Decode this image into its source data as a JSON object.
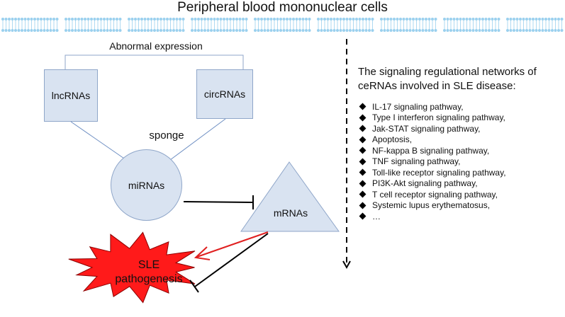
{
  "title": "Peripheral blood mononuclear cells",
  "bracket_label": "Abnormal expression",
  "nodes": {
    "lncrna": "lncRNAs",
    "circrna": "circRNAs",
    "sponge": "sponge",
    "mirna": "miRNAs",
    "mrna": "mRNAs",
    "sle_line1": "SLE",
    "sle_line2": "pathogenesis"
  },
  "panel": {
    "heading_line1": "The signaling regulational networks of",
    "heading_line2": "ceRNAs involved in SLE disease:",
    "pathways": [
      "IL-17 signaling pathway,",
      "Type I interferon signaling pathway,",
      "Jak-STAT signaling pathway,",
      "Apoptosis,",
      "NF-kappa B signaling pathway,",
      "TNF signaling pathway,",
      "Toll-like receptor signaling pathway,",
      "PI3K-Akt signaling pathway,",
      "T cell receptor signaling pathway,",
      "Systemic lupus erythematosus,",
      "…"
    ]
  },
  "colors": {
    "node_fill": "#d9e3f1",
    "membrane": "#9ad0ee",
    "burst": "#ff1a1a",
    "activation_arrow": "#e02020"
  }
}
